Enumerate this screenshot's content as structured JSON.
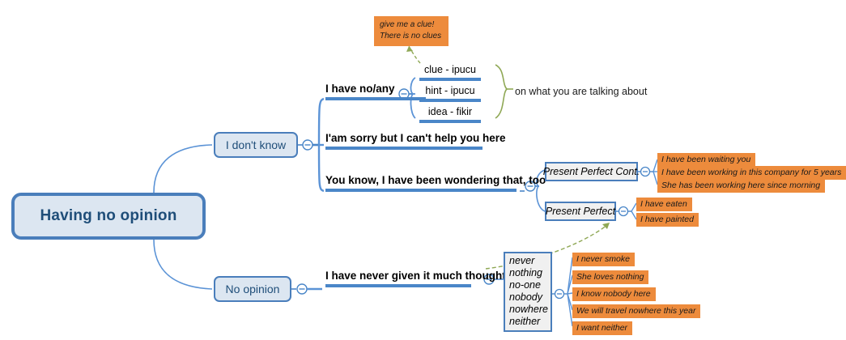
{
  "diagram": {
    "type": "mind-map",
    "root": {
      "label": "Having no opinion"
    },
    "colors": {
      "node_fill": "#dce6f1",
      "node_border": "#4a7ebb",
      "branch_line": "#4a86c8",
      "orange_label": "#ed8b3c",
      "green_accent": "#8fa855",
      "root_text": "#1f4e79"
    },
    "branches": [
      {
        "label": "I don't know",
        "topics": [
          {
            "label": "I have no/any",
            "subtopics": [
              {
                "label": "clue - ipucu"
              },
              {
                "label": "hint - ipucu"
              },
              {
                "label": "idea - fikir"
              }
            ],
            "brace_annotation": "on what you are talking about",
            "callout": {
              "line1": "give me a clue!",
              "line2": "There is no clues"
            }
          },
          {
            "label": "I'am sorry but I can't help you here"
          },
          {
            "label": "You know, I have been wondering that, too",
            "grammar": [
              {
                "label": "Present Perfect Cont.",
                "examples": [
                  "I have been waiting you",
                  "I have been working in this company for 5 years",
                  "She has been working here since morning"
                ]
              },
              {
                "label": "Present Perfect",
                "examples": [
                  "I have eaten",
                  "I have painted"
                ]
              }
            ]
          }
        ]
      },
      {
        "label": "No opinion",
        "topics": [
          {
            "label": "I have never given it much thought",
            "wordlist": [
              "never",
              "nothing",
              "no-one",
              "nobody",
              "nowhere",
              "neither"
            ],
            "examples": [
              "I never smoke",
              "She loves nothing",
              "I know nobody here",
              "We will travel nowhere this year",
              "I want neither"
            ]
          }
        ]
      }
    ]
  }
}
